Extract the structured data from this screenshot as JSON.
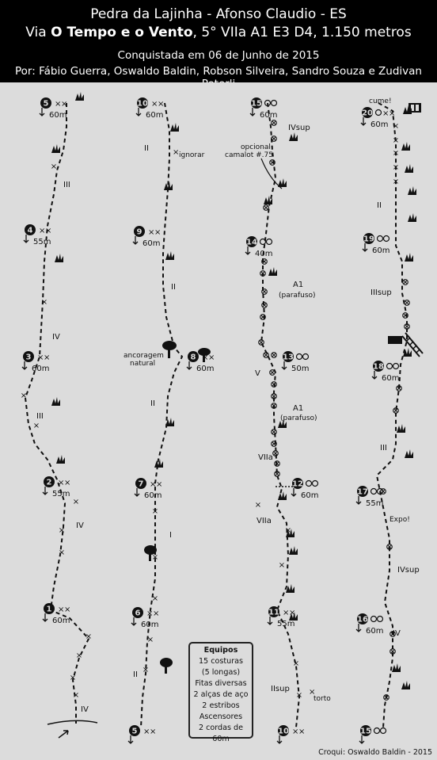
{
  "header": {
    "line1": "Pedra da Lajinha - Afonso Claudio - ES",
    "line2_prefix": "Via ",
    "line2_name": "O Tempo e o Vento",
    "line2_suffix": ", 5° VIIa A1 E3 D4, 1.150 metros",
    "line3": "Conquistada em 06 de Junho de 2015",
    "line4": "Por: Fábio Guerra, Oswaldo Baldin, Robson Silveira, Sandro Souza e Zudivan Peterli"
  },
  "columns": [
    {
      "anchors": [
        {
          "num": "5",
          "len": "60m"
        },
        {
          "num": "4",
          "len": "55m"
        },
        {
          "num": "3",
          "len": "60m"
        },
        {
          "num": "2",
          "len": "55m"
        },
        {
          "num": "1",
          "len": "60m"
        }
      ],
      "grades": [
        "III",
        "IV",
        "III",
        "IV",
        "IV"
      ]
    },
    {
      "anchors": [
        {
          "num": "10",
          "len": "60m"
        },
        {
          "num": "9",
          "len": "60m"
        },
        {
          "num": "8",
          "len": "60m"
        },
        {
          "num": "7",
          "len": "60m"
        },
        {
          "num": "6",
          "len": "60m"
        },
        {
          "num": "5",
          "len": ""
        }
      ],
      "grades": [
        "II",
        "II",
        "II",
        "I",
        "II"
      ],
      "notes": {
        "ignore": "ignorar",
        "natural_anchor_1": "ancoragem",
        "natural_anchor_2": "natural"
      }
    },
    {
      "anchors": [
        {
          "num": "15",
          "len": "60m"
        },
        {
          "num": "14",
          "len": "40m"
        },
        {
          "num": "13",
          "len": "50m"
        },
        {
          "num": "12",
          "len": "60m"
        },
        {
          "num": "11",
          "len": "55m"
        },
        {
          "num": "10",
          "len": ""
        }
      ],
      "grades": [
        "IVsup",
        "A1",
        "(parafuso)",
        "V",
        "A1",
        "(parafuso)",
        "VIIa",
        "VIIa",
        "IIsup"
      ],
      "notes": {
        "opcional_1": "opcional",
        "opcional_2": "camalot #.75",
        "torto": "torto"
      }
    },
    {
      "anchors": [
        {
          "num": "20",
          "len": "60m"
        },
        {
          "num": "19",
          "len": "60m"
        },
        {
          "num": "18",
          "len": "60m"
        },
        {
          "num": "17",
          "len": "55m"
        },
        {
          "num": "16",
          "len": "60m"
        },
        {
          "num": "15",
          "len": ""
        }
      ],
      "grades": [
        "II",
        "IIIsup",
        "III",
        "Expo!",
        "IVsup",
        "IV"
      ],
      "notes": {
        "cume": "cume!"
      }
    }
  ],
  "equipment": {
    "title": "Equipos",
    "items": [
      "15 costuras",
      "(5 longas)",
      "Fitas diversas",
      "2 alças de aço",
      "2 estribos",
      "Ascensores",
      "2 cordas de 60m"
    ]
  },
  "credit": "Croqui: Oswaldo Baldin - 2015",
  "colors": {
    "background": "#000000",
    "panel": "#dcdcdc",
    "ink": "#111111",
    "header_text": "#ffffff"
  }
}
